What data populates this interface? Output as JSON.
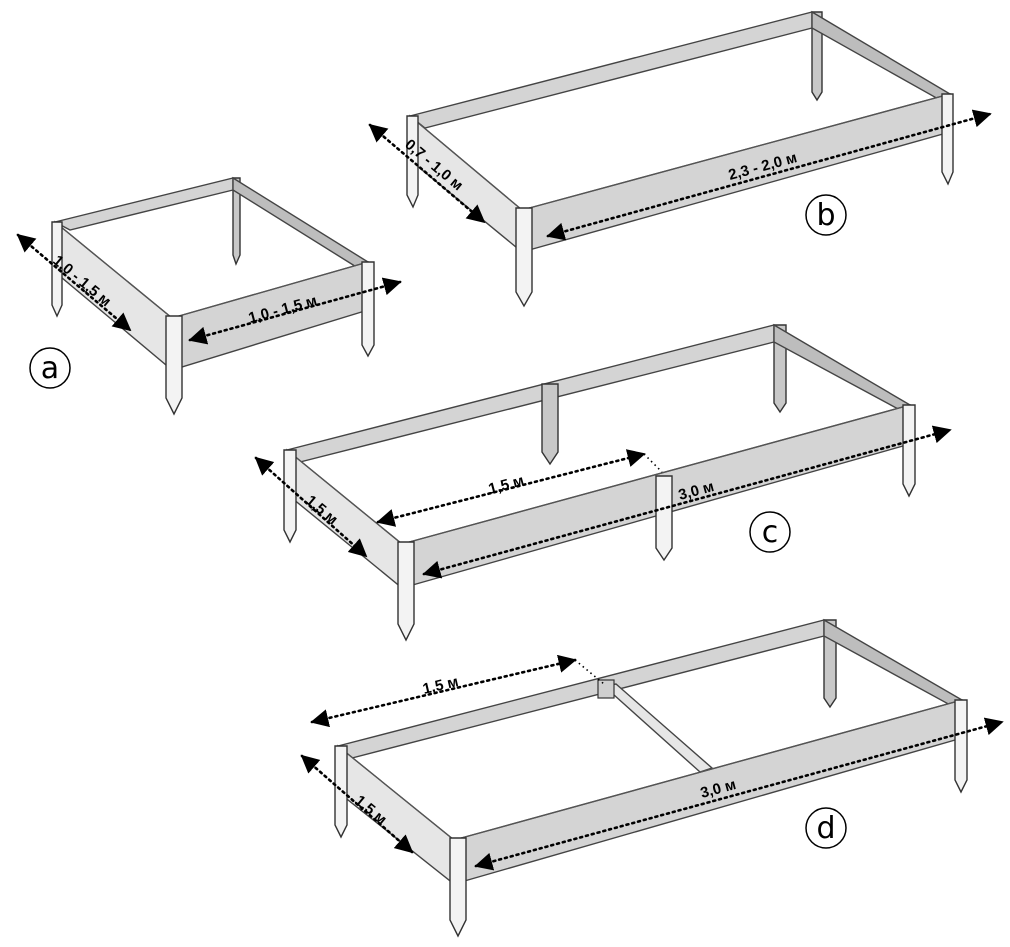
{
  "beds": [
    {
      "label": "a",
      "width_dim": "1,0 - 1,5 м",
      "length_dim": "1,0 - 1,5 м"
    },
    {
      "label": "b",
      "width_dim": "0,7 - 1,0 м",
      "length_dim": "2,3 - 2,0 м"
    },
    {
      "label": "c",
      "width_dim": "1,5 м",
      "section_dim": "1,5 м",
      "length_dim": "3,0 м"
    },
    {
      "label": "d",
      "width_dim": "1,5 м",
      "section_dim": "1,5 м",
      "length_dim": "3,0 м"
    }
  ]
}
